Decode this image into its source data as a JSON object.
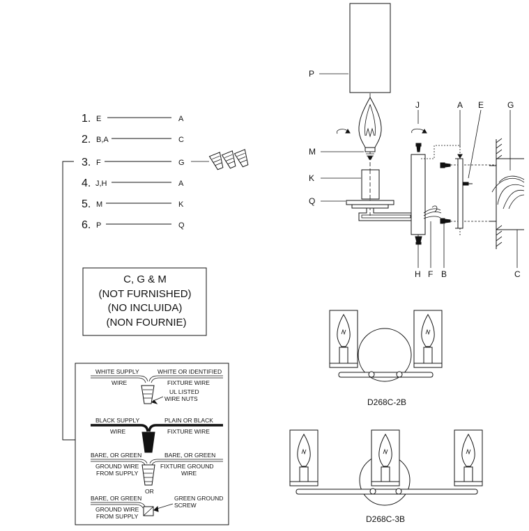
{
  "steps": [
    {
      "num": "1.",
      "from": "E",
      "to": "A"
    },
    {
      "num": "2.",
      "from": "B,A",
      "to": "C"
    },
    {
      "num": "3.",
      "from": "F",
      "to": "G"
    },
    {
      "num": "4.",
      "from": "J,H",
      "to": "A"
    },
    {
      "num": "5.",
      "from": "M",
      "to": "K"
    },
    {
      "num": "6.",
      "from": "P",
      "to": "Q"
    }
  ],
  "not_furnished": {
    "line1": "C, G & M",
    "line2": "(NOT FURNISHED)",
    "line3": "(NO INCLUIDA)",
    "line4": "(NON FOURNIE)"
  },
  "wiring": {
    "white_supply": "WHITE SUPPLY",
    "white_or_identified": "WHITE OR IDENTIFIED",
    "wire_1": "WIRE",
    "fixture_wire_1": "FIXTURE WIRE",
    "ul_listed": "UL LISTED",
    "wire_nuts": "WIRE NUTS",
    "black_supply": "BLACK SUPPLY",
    "plain_or_black": "PLAIN OR BLACK",
    "wire_2": "WIRE",
    "fixture_wire_2": "FIXTURE WIRE",
    "bare_green_1": "BARE, OR GREEN",
    "bare_green_2": "BARE, OR GREEN",
    "ground_wire_1": "GROUND WIRE",
    "fixture_ground": "FIXTURE GROUND",
    "from_supply_1": "FROM SUPPLY",
    "wire_3": "WIRE",
    "or": "OR",
    "bare_green_3": "BARE, OR GREEN",
    "green_ground": "GREEN GROUND",
    "ground_wire_2": "GROUND WIRE",
    "screw": "SCREW",
    "from_supply_2": "FROM SUPPLY"
  },
  "parts": {
    "P": "P",
    "M": "M",
    "K": "K",
    "Q": "Q",
    "J": "J",
    "A": "A",
    "E": "E",
    "G": "G",
    "H": "H",
    "F": "F",
    "B": "B",
    "C": "C"
  },
  "models": {
    "two_light": "D268C-2B",
    "three_light": "D268C-3B"
  }
}
